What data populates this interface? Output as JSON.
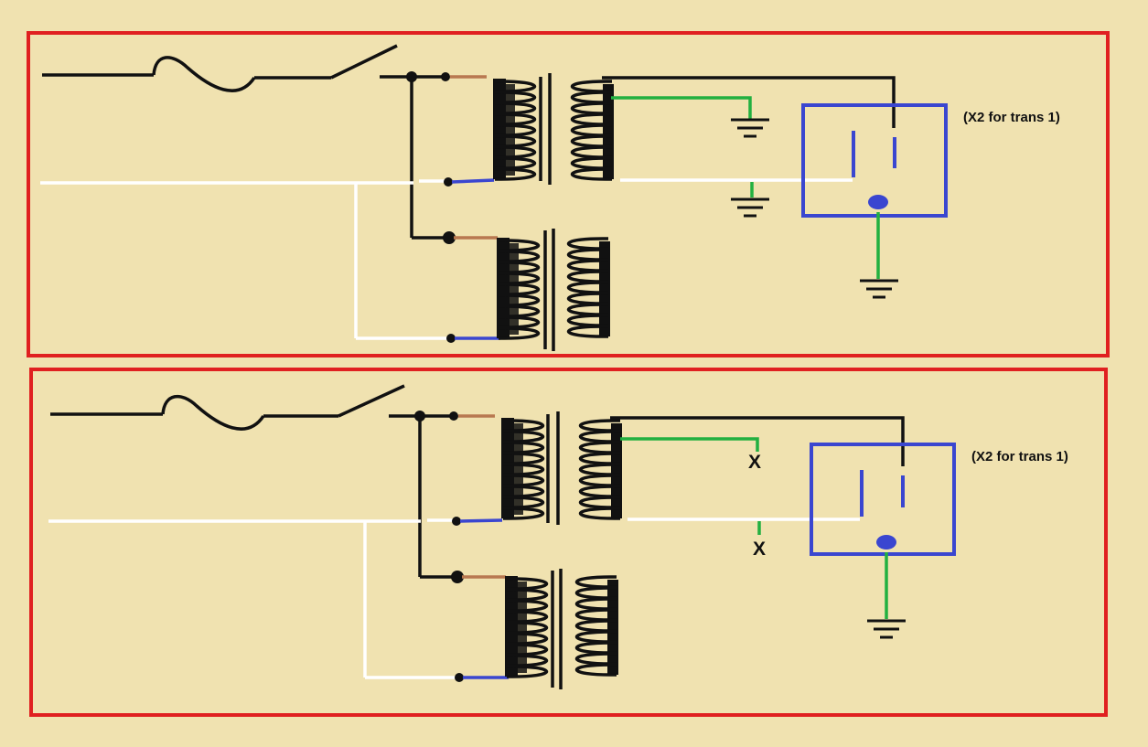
{
  "colors": {
    "background": "#f0e2b0",
    "frame": "#e02020",
    "hot_wire": "#111111",
    "neutral_wire": "#ffffff",
    "ground_wire": "#22b040",
    "primary_lead": "#b87850",
    "neutral_lead": "#3a46d0",
    "outlet": "#3a46d0"
  },
  "panels": [
    {
      "name": "grounded-secondary",
      "note": "(X2 for trans 1)",
      "secondary_ground": true
    },
    {
      "name": "floating-secondary",
      "note": "(X2 for trans 1)",
      "secondary_ground": false,
      "open_marks": [
        "X",
        "X"
      ]
    }
  ]
}
